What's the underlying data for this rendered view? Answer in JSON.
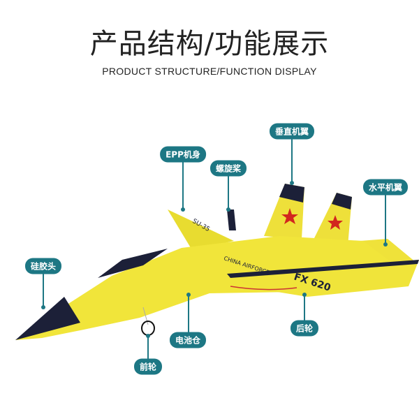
{
  "header": {
    "title": "产品结构/功能展示",
    "subtitle": "PRODUCT STRUCTURE/FUNCTION DISPLAY"
  },
  "labels": {
    "vertical_wing": "垂直机翼",
    "epp_body": "EPP机身",
    "propeller": "螺旋桨",
    "horizontal_wing": "水平机翼",
    "silicone_nose": "硅胶头",
    "battery_compartment": "电池仓",
    "rear_wheel": "后轮",
    "front_wheel": "前轮"
  },
  "aircraft_markings": {
    "model": "FX 620",
    "tail": "SU-35",
    "side": "CHINA AIRFORCE"
  },
  "colors": {
    "accent": "#1d7784",
    "body": "#f1e53a",
    "dark": "#1c2038",
    "star": "#d2261e"
  }
}
